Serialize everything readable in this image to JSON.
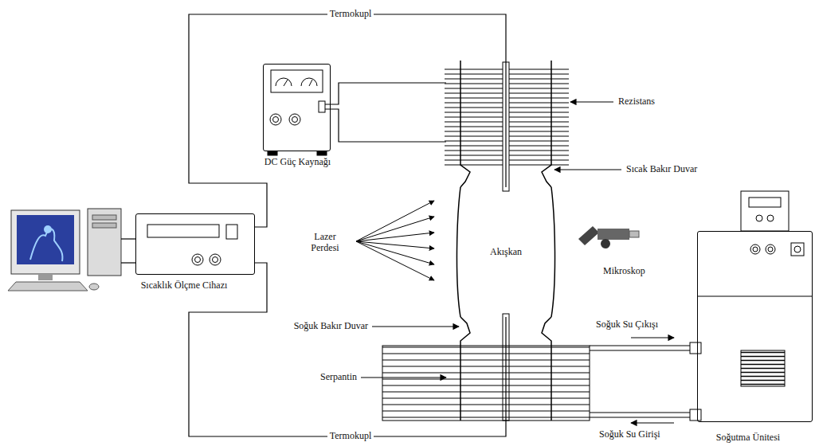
{
  "diagram": {
    "nodes": [
      {
        "text": [
          "DC Güç Kaynağı"
        ]
      },
      {
        "text": [
          "Sıcaklık Ölçme Cihazı"
        ]
      },
      {
        "text": [
          "Akışkan"
        ]
      },
      {
        "text": [
          "Soğutma Ünitesi"
        ]
      }
    ],
    "edges": [
      {
        "from": 1,
        "to": 2,
        "label": "Termokupl",
        "arrow": "none"
      },
      {
        "from": 1,
        "to": 2,
        "label": "Termokupl",
        "arrow": "none"
      }
    ],
    "labels": [
      "Rezistans",
      "Sıcak Bakır Duvar",
      "Lazer Perdesi",
      "Mikroskop",
      "Soğuk Bakır Duvar",
      "Soğuk Su Çıkışı",
      "Serpantin",
      "Soğuk Su Girişi"
    ]
  }
}
